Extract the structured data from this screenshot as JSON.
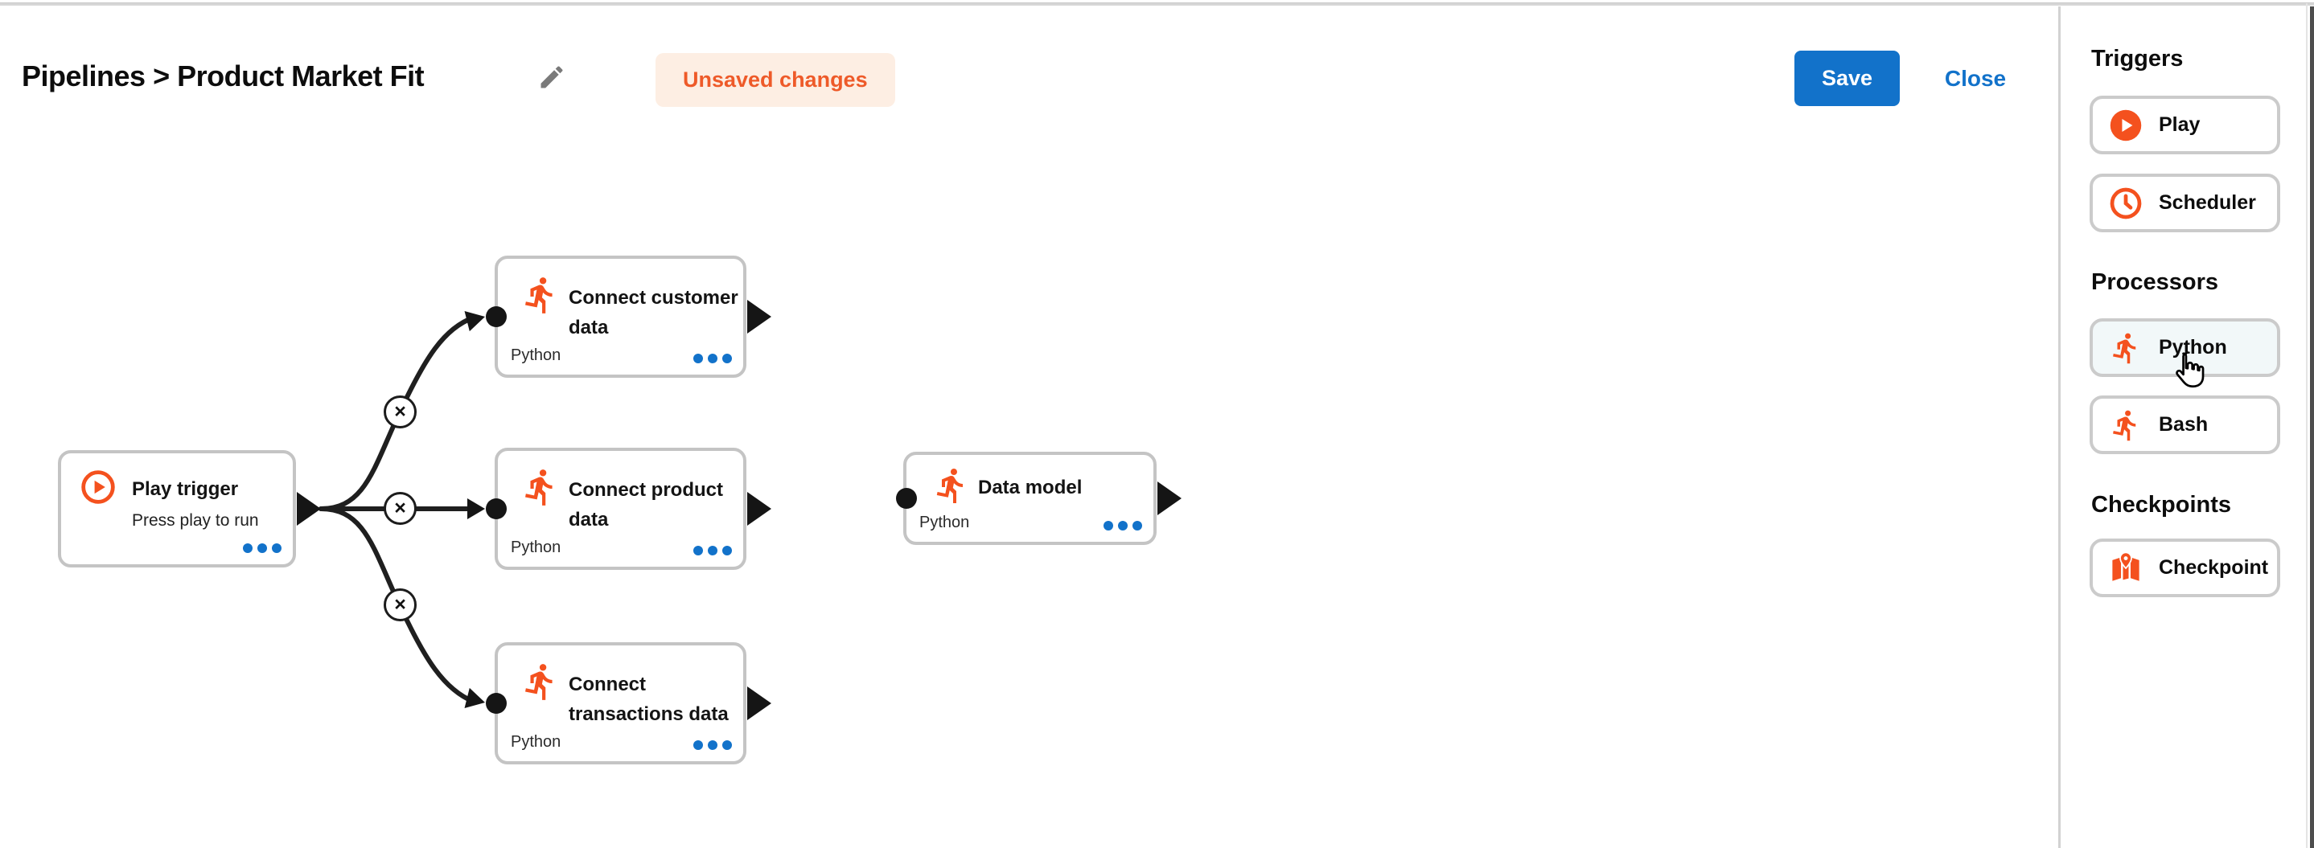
{
  "header": {
    "breadcrumb": "Pipelines > Product Market Fit",
    "unsaved_badge": "Unsaved changes",
    "save_label": "Save",
    "close_label": "Close"
  },
  "sidebar": {
    "sections": [
      {
        "heading": "Triggers",
        "items": [
          {
            "label": "Play",
            "icon": "play-icon"
          },
          {
            "label": "Scheduler",
            "icon": "scheduler-clock-icon"
          }
        ]
      },
      {
        "heading": "Processors",
        "items": [
          {
            "label": "Python",
            "icon": "runner-icon"
          },
          {
            "label": "Bash",
            "icon": "runner-icon"
          }
        ]
      },
      {
        "heading": "Checkpoints",
        "items": [
          {
            "label": "Checkpoint",
            "icon": "checkpoint-map-icon"
          }
        ]
      }
    ]
  },
  "canvas": {
    "nodes": [
      {
        "id": "play-trigger",
        "title": "Play trigger",
        "subtitle": "Press play to run"
      },
      {
        "id": "connect-customer-data",
        "title": "Connect customer data",
        "language": "Python"
      },
      {
        "id": "connect-product-data",
        "title": "Connect product data",
        "language": "Python"
      },
      {
        "id": "connect-transactions-data",
        "title": "Connect transactions data",
        "language": "Python"
      },
      {
        "id": "data-model",
        "title": "Data model",
        "language": "Python"
      }
    ],
    "edge_delete_symbol": "×"
  },
  "colors": {
    "accent_orange": "#f4511e",
    "badge_bg": "#fdeee3",
    "badge_text": "#ee5a29",
    "primary_blue": "#1272ca",
    "node_border": "#c4c4c4",
    "edge_black": "#1f1f1f"
  }
}
